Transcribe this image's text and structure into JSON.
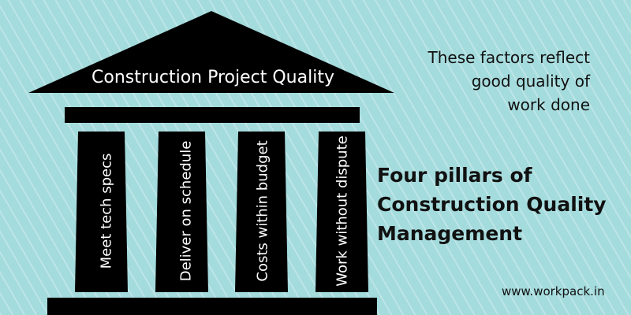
{
  "roof": {
    "title": "Construction Project Quality"
  },
  "pillars": [
    {
      "label": "Meet tech specs"
    },
    {
      "label": "Deliver on schedule"
    },
    {
      "label": "Costs within budget"
    },
    {
      "label": "Work without dispute"
    }
  ],
  "note": {
    "line1": "These factors reflect",
    "line2": "good quality of",
    "line3": "work done"
  },
  "headline": {
    "line1": "Four pillars of",
    "line2": "Construction Quality",
    "line3": "Management"
  },
  "footer": {
    "website": "www.workpack.in"
  },
  "colors": {
    "background": "#a4dbdd",
    "structure": "#000000",
    "label_text": "#ffffff",
    "body_text": "#111111"
  }
}
